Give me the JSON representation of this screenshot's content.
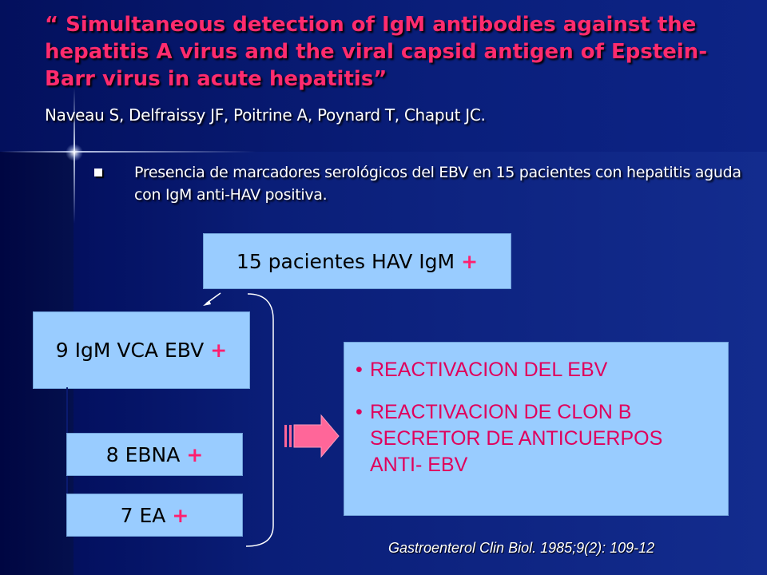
{
  "title": "“ Simultaneous detection of IgM antibodies against the hepatitis A virus and  the viral capsid antigen of Epstein-Barr virus in acute hepatitis”",
  "authors": "Naveau S, Delfraissy JF, Poitrine A, Poynard T, Chaput JC.",
  "bullet": "Presencia de marcadores serológicos del EBV en 15 pacientes con hepatitis aguda con IgM anti-HAV positiva.",
  "boxes": {
    "total": {
      "label": "15 pacientes HAV IgM",
      "sign": "+"
    },
    "vca": {
      "label": "9 IgM VCA EBV",
      "sign": "+"
    },
    "ebna": {
      "label": "8 EBNA",
      "sign": "+"
    },
    "ea": {
      "label": "7 EA",
      "sign": "+"
    }
  },
  "results": {
    "item1": "REACTIVACION DEL EBV",
    "item2_line1": "REACTIVACION DE CLON B",
    "item2_line2": "SECRETOR DE ANTICUERPOS",
    "item2_line3": "ANTI- EBV"
  },
  "citation": "Gastroenterol Clin Biol. 1985;9(2): 109-12",
  "colors": {
    "accent": "#ff2b6e",
    "box_fill": "#99ccff",
    "result_text": "#e0005c",
    "arrow": "#ff6699"
  }
}
